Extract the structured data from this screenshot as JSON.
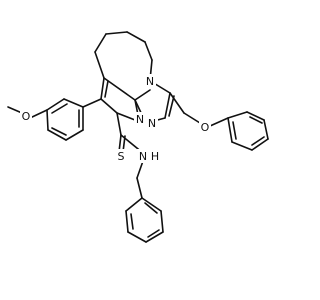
{
  "molecule": {
    "atom_labels": {
      "methoxy_o": "O",
      "ether_o": "O",
      "ring_n1": "N",
      "ring_n2": "N",
      "ring_n3": "N",
      "thioamide_s": "S",
      "amide_n": "N",
      "amide_h": "H"
    }
  }
}
